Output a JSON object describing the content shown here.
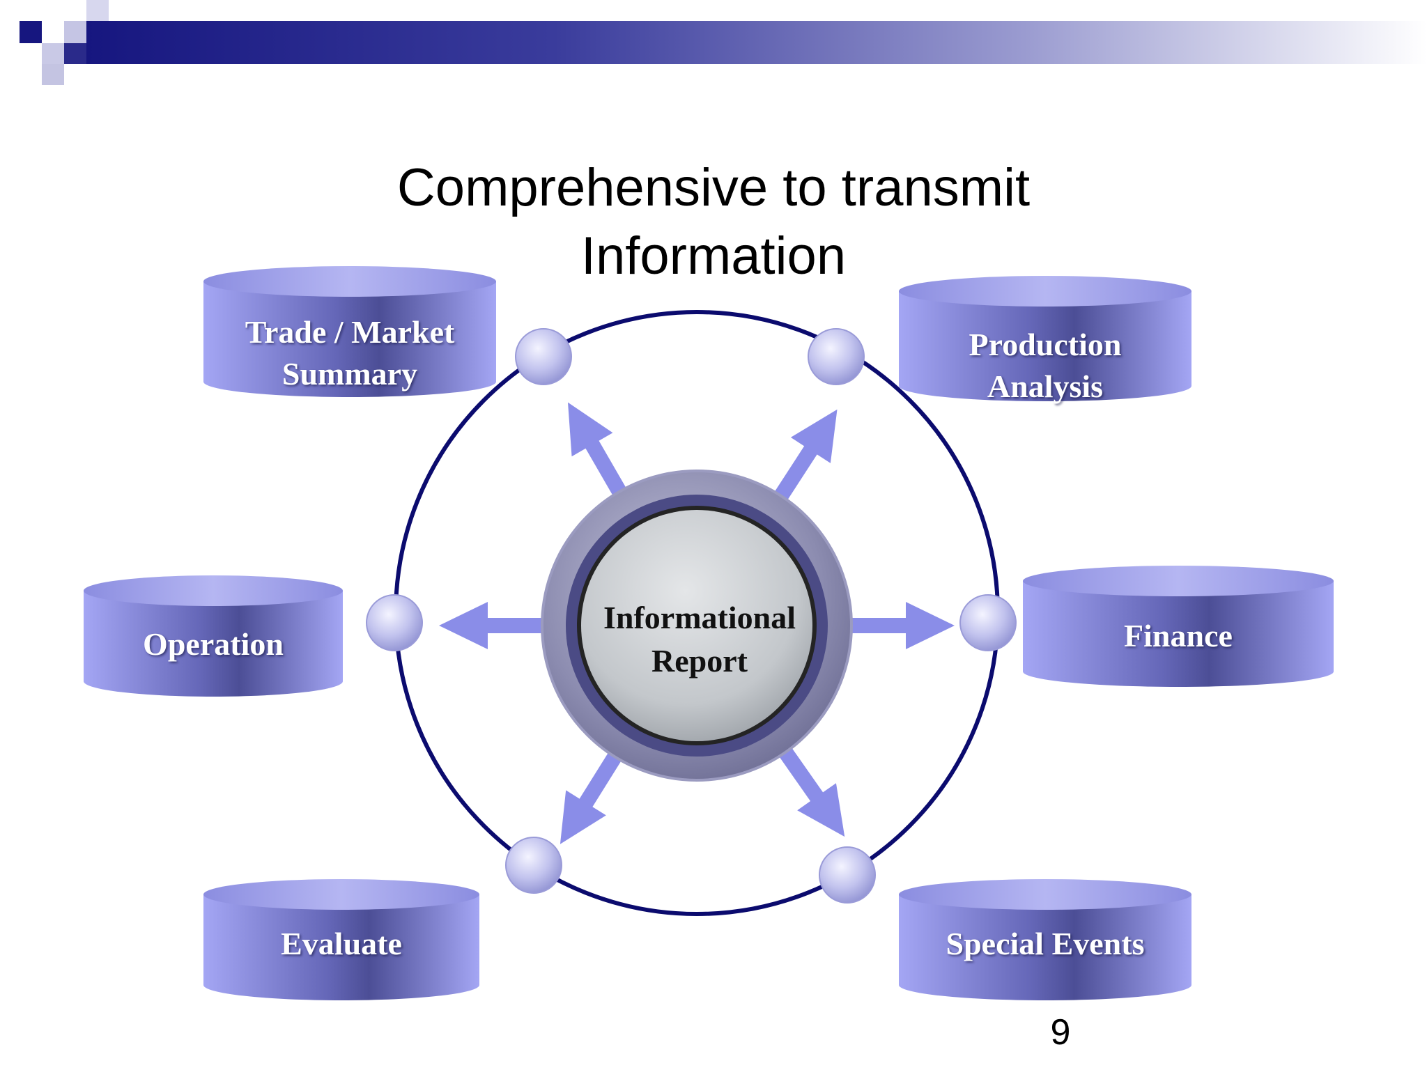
{
  "slide": {
    "title_line_1": "Comprehensive to transmit",
    "title_line_2": "Information",
    "page_number": "9"
  },
  "center": {
    "line_1": "Informational",
    "line_2": "Report"
  },
  "topics": [
    {
      "line_1": "Trade / Market",
      "line_2": "Summary"
    },
    {
      "line_1": "Production",
      "line_2": "Analysis"
    },
    {
      "line_1": "Operation",
      "line_2": ""
    },
    {
      "line_1": "Finance",
      "line_2": ""
    },
    {
      "line_1": "Evaluate",
      "line_2": ""
    },
    {
      "line_1": "Special Events",
      "line_2": ""
    }
  ],
  "colors": {
    "ring": "#0b0b6e",
    "cylinder_light": "#a2a4f2",
    "cylinder_dark": "#4f5198",
    "arrow": "#8a8de8",
    "banner_dark": "#1a1a85",
    "banner_light": "#ffffff"
  }
}
